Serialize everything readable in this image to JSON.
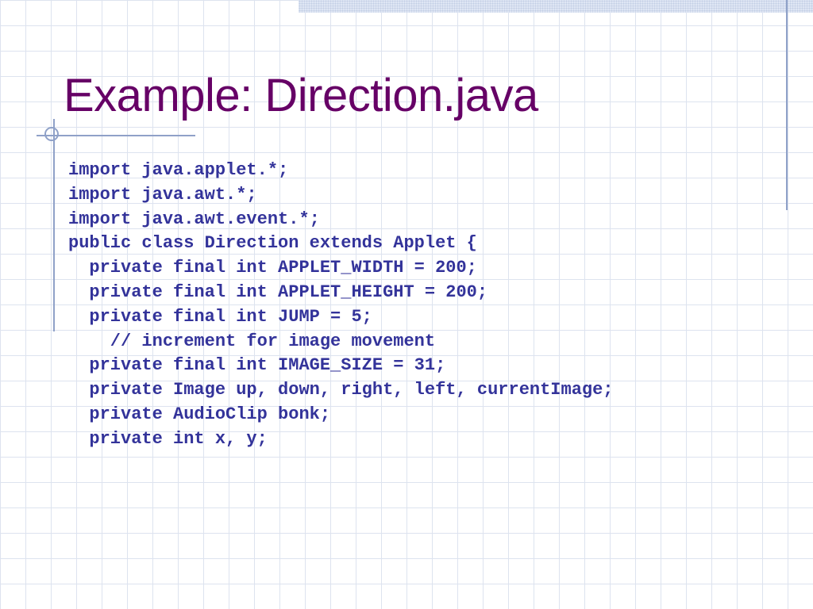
{
  "slide": {
    "title": "Example: Direction.java",
    "code_lines": [
      "import java.applet.*;",
      "import java.awt.*;",
      "import java.awt.event.*;",
      "public class Direction extends Applet {",
      "  private final int APPLET_WIDTH = 200;",
      "  private final int APPLET_HEIGHT = 200;",
      "  private final int JUMP = 5;",
      "    // increment for image movement",
      "  private final int IMAGE_SIZE = 31;",
      "  private Image up, down, right, left, currentImage;",
      "  private AudioClip bonk;",
      "  private int x, y;"
    ]
  },
  "colors": {
    "title": "#660066",
    "code": "#33339a",
    "grid": "#dde3ef",
    "accent_lines": "#8fa1c8"
  }
}
